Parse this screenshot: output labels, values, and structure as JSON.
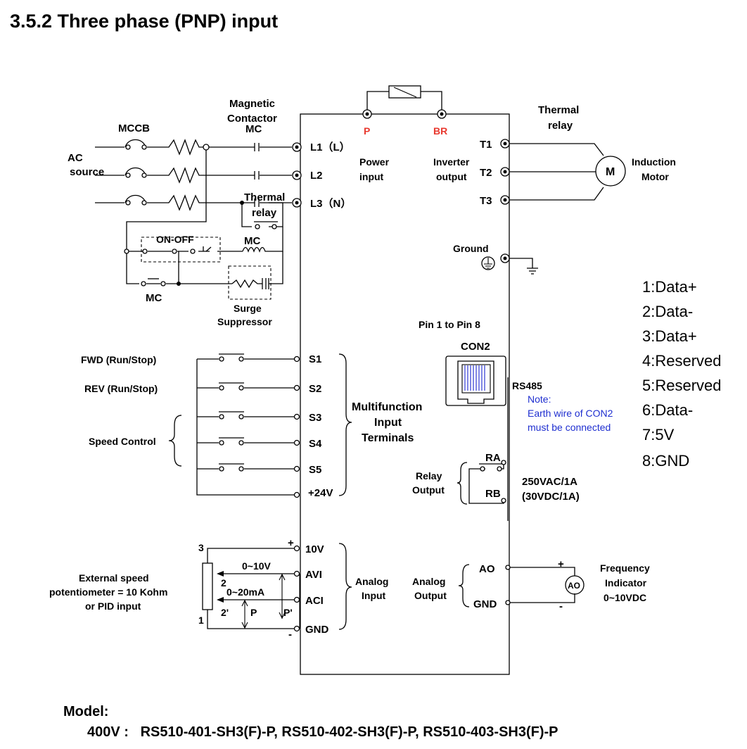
{
  "section_title": "3.5.2 Three phase (PNP) input",
  "power": {
    "magnetic_contactor": "Magnetic",
    "magnetic_contactor_2": "Contactor",
    "mc": "MC",
    "mccb": "MCCB",
    "ac_source_1": "AC",
    "ac_source_2": "source",
    "thermal_relay_1": "Thermal",
    "thermal_relay_2": "relay",
    "on_off": "ON-OFF",
    "mc_coil": "MC",
    "mc_contact": "MC",
    "surge_1": "Surge",
    "surge_2": "Suppressor",
    "l1": "L1（L）",
    "l2": "L2",
    "l3": "L3（N）",
    "power_input_1": "Power",
    "power_input_2": "input",
    "p": "P",
    "br": "BR"
  },
  "output": {
    "thermal_relay_1": "Thermal",
    "thermal_relay_2": "relay",
    "inverter_1": "Inverter",
    "inverter_2": "output",
    "t1": "T1",
    "t2": "T2",
    "t3": "T3",
    "motor_symbol": "M",
    "induction_1": "Induction",
    "induction_2": "Motor",
    "ground": "Ground"
  },
  "pins": {
    "items": [
      "1:Data+",
      "2:Data-",
      "3:Data+",
      "4:Reserved",
      "5:Reserved",
      "6:Data-",
      "7:5V",
      "8:GND"
    ],
    "pin_range": "Pin 1 to Pin 8",
    "con2": "CON2",
    "rs485": "RS485",
    "note_1": "Note:",
    "note_2": "Earth wire of CON2",
    "note_3": "must be connected"
  },
  "digital": {
    "fwd": "FWD (Run/Stop)",
    "rev": "REV (Run/Stop)",
    "speed": "Speed Control",
    "s1": "S1",
    "s2": "S2",
    "s3": "S3",
    "s4": "S4",
    "s5": "S5",
    "v24": "+24V",
    "mf_1": "Multifunction",
    "mf_2": "Input",
    "mf_3": "Terminals"
  },
  "relay": {
    "label_1": "Relay",
    "label_2": "Output",
    "ra": "RA",
    "rb": "RB",
    "rating_1": "250VAC/1A",
    "rating_2": "(30VDC/1A)"
  },
  "analog": {
    "ext_1": "External speed",
    "ext_2": "potentiometer = 10 Kohm",
    "ext_3": "or PID input",
    "pin3": "3",
    "pin2": "2",
    "pin1": "1",
    "pin2p": "2'",
    "p": "P",
    "pp": "P'",
    "plus": "+",
    "minus": "-",
    "v0_10": "0~10V",
    "ma0_20": "0~20mA",
    "t10v": "10V",
    "avi": "AVI",
    "aci": "ACI",
    "gnd": "GND",
    "in_1": "Analog",
    "in_2": "Input",
    "out_1": "Analog",
    "out_2": "Output",
    "ao": "AO",
    "gnd2": "GND",
    "ao_meter": "AO",
    "meter_plus": "+",
    "meter_minus": "-",
    "freq_1": "Frequency",
    "freq_2": "Indicator",
    "freq_3": "0~10VDC"
  },
  "model": {
    "label": "Model:",
    "line": "400V :   RS510-401-SH3(F)-P, RS510-402-SH3(F)-P, RS510-403-SH3(F)-P"
  }
}
